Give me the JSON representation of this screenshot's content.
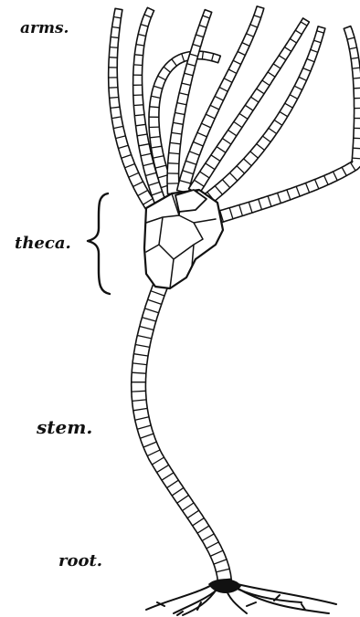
{
  "labels": {
    "arms": "arms.",
    "theca": "theca.",
    "stem": "stem.",
    "root": "root."
  },
  "colors": {
    "ink": "#111111",
    "paper": "#ffffff"
  }
}
